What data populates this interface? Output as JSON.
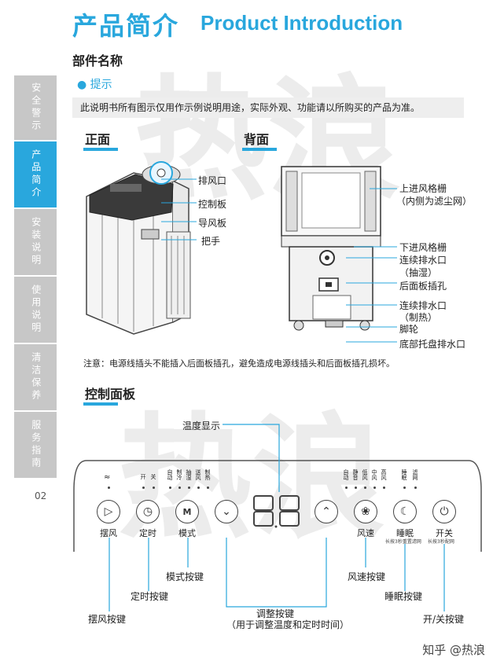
{
  "header": {
    "title_cn": "产品简介",
    "title_en": "Product Introduction",
    "subtitle": "部件名称",
    "tip": "提示",
    "notice": "此说明书所有图示仅用作示例说明用途，实际外观、功能请以所购买的产品为准。"
  },
  "sidebar": {
    "items": [
      {
        "label": "安全警示"
      },
      {
        "label": "产品简介"
      },
      {
        "label": "安装说明"
      },
      {
        "label": "使用说明"
      },
      {
        "label": "清洁保养"
      },
      {
        "label": "服务指南"
      }
    ],
    "active_index": 1,
    "page_number": "02"
  },
  "front": {
    "title": "正面",
    "labels": [
      "排风口",
      "控制板",
      "导风板",
      "把手"
    ]
  },
  "back": {
    "title": "背面",
    "labels": [
      "上进风格栅",
      "（内侧为滤尘网）",
      "下进风格栅",
      "连续排水口",
      "（抽湿）",
      "后面板插孔",
      "连续排水口",
      "（制热）",
      "脚轮",
      "底部托盘排水口"
    ]
  },
  "note": "注意：电源线插头不能插入后面板插孔，避免造成电源线插头和后面板插孔损坏。",
  "control": {
    "title": "控制面板",
    "display_label": "温度显示",
    "display_value": "88",
    "buttons": [
      {
        "label": "摆风",
        "icon": "swing-icon"
      },
      {
        "label": "定时",
        "icon": "clock-icon"
      },
      {
        "label": "模式",
        "icon": "mode-icon"
      },
      {
        "label": "",
        "icon": "chevron-down-icon"
      },
      {
        "label": "",
        "icon": "chevron-up-icon"
      },
      {
        "label": "风速",
        "icon": "fan-icon"
      },
      {
        "label": "睡眠",
        "icon": "sleep-icon"
      },
      {
        "label": "开关",
        "icon": "power-icon"
      }
    ],
    "button_subs": {
      "sleep": "长按3秒重置滤网",
      "power": "长按3秒配网"
    },
    "indicators_left": [
      "开",
      "关",
      "自动",
      "制冷",
      "抽湿",
      "送风",
      "制热"
    ],
    "indicators_right": [
      "自动",
      "静音",
      "低风",
      "中风",
      "高风",
      "睡眠",
      "滤网"
    ],
    "callouts": {
      "mode": "模式按键",
      "timer": "定时按键",
      "swing": "摆风按键",
      "adjust": "调整按键",
      "adjust_note": "（用于调整温度和定时时间）",
      "fan": "风速按键",
      "sleep": "睡眠按键",
      "power": "开/关按键"
    }
  },
  "credit": "知乎 @热浪",
  "watermark": "热浪"
}
